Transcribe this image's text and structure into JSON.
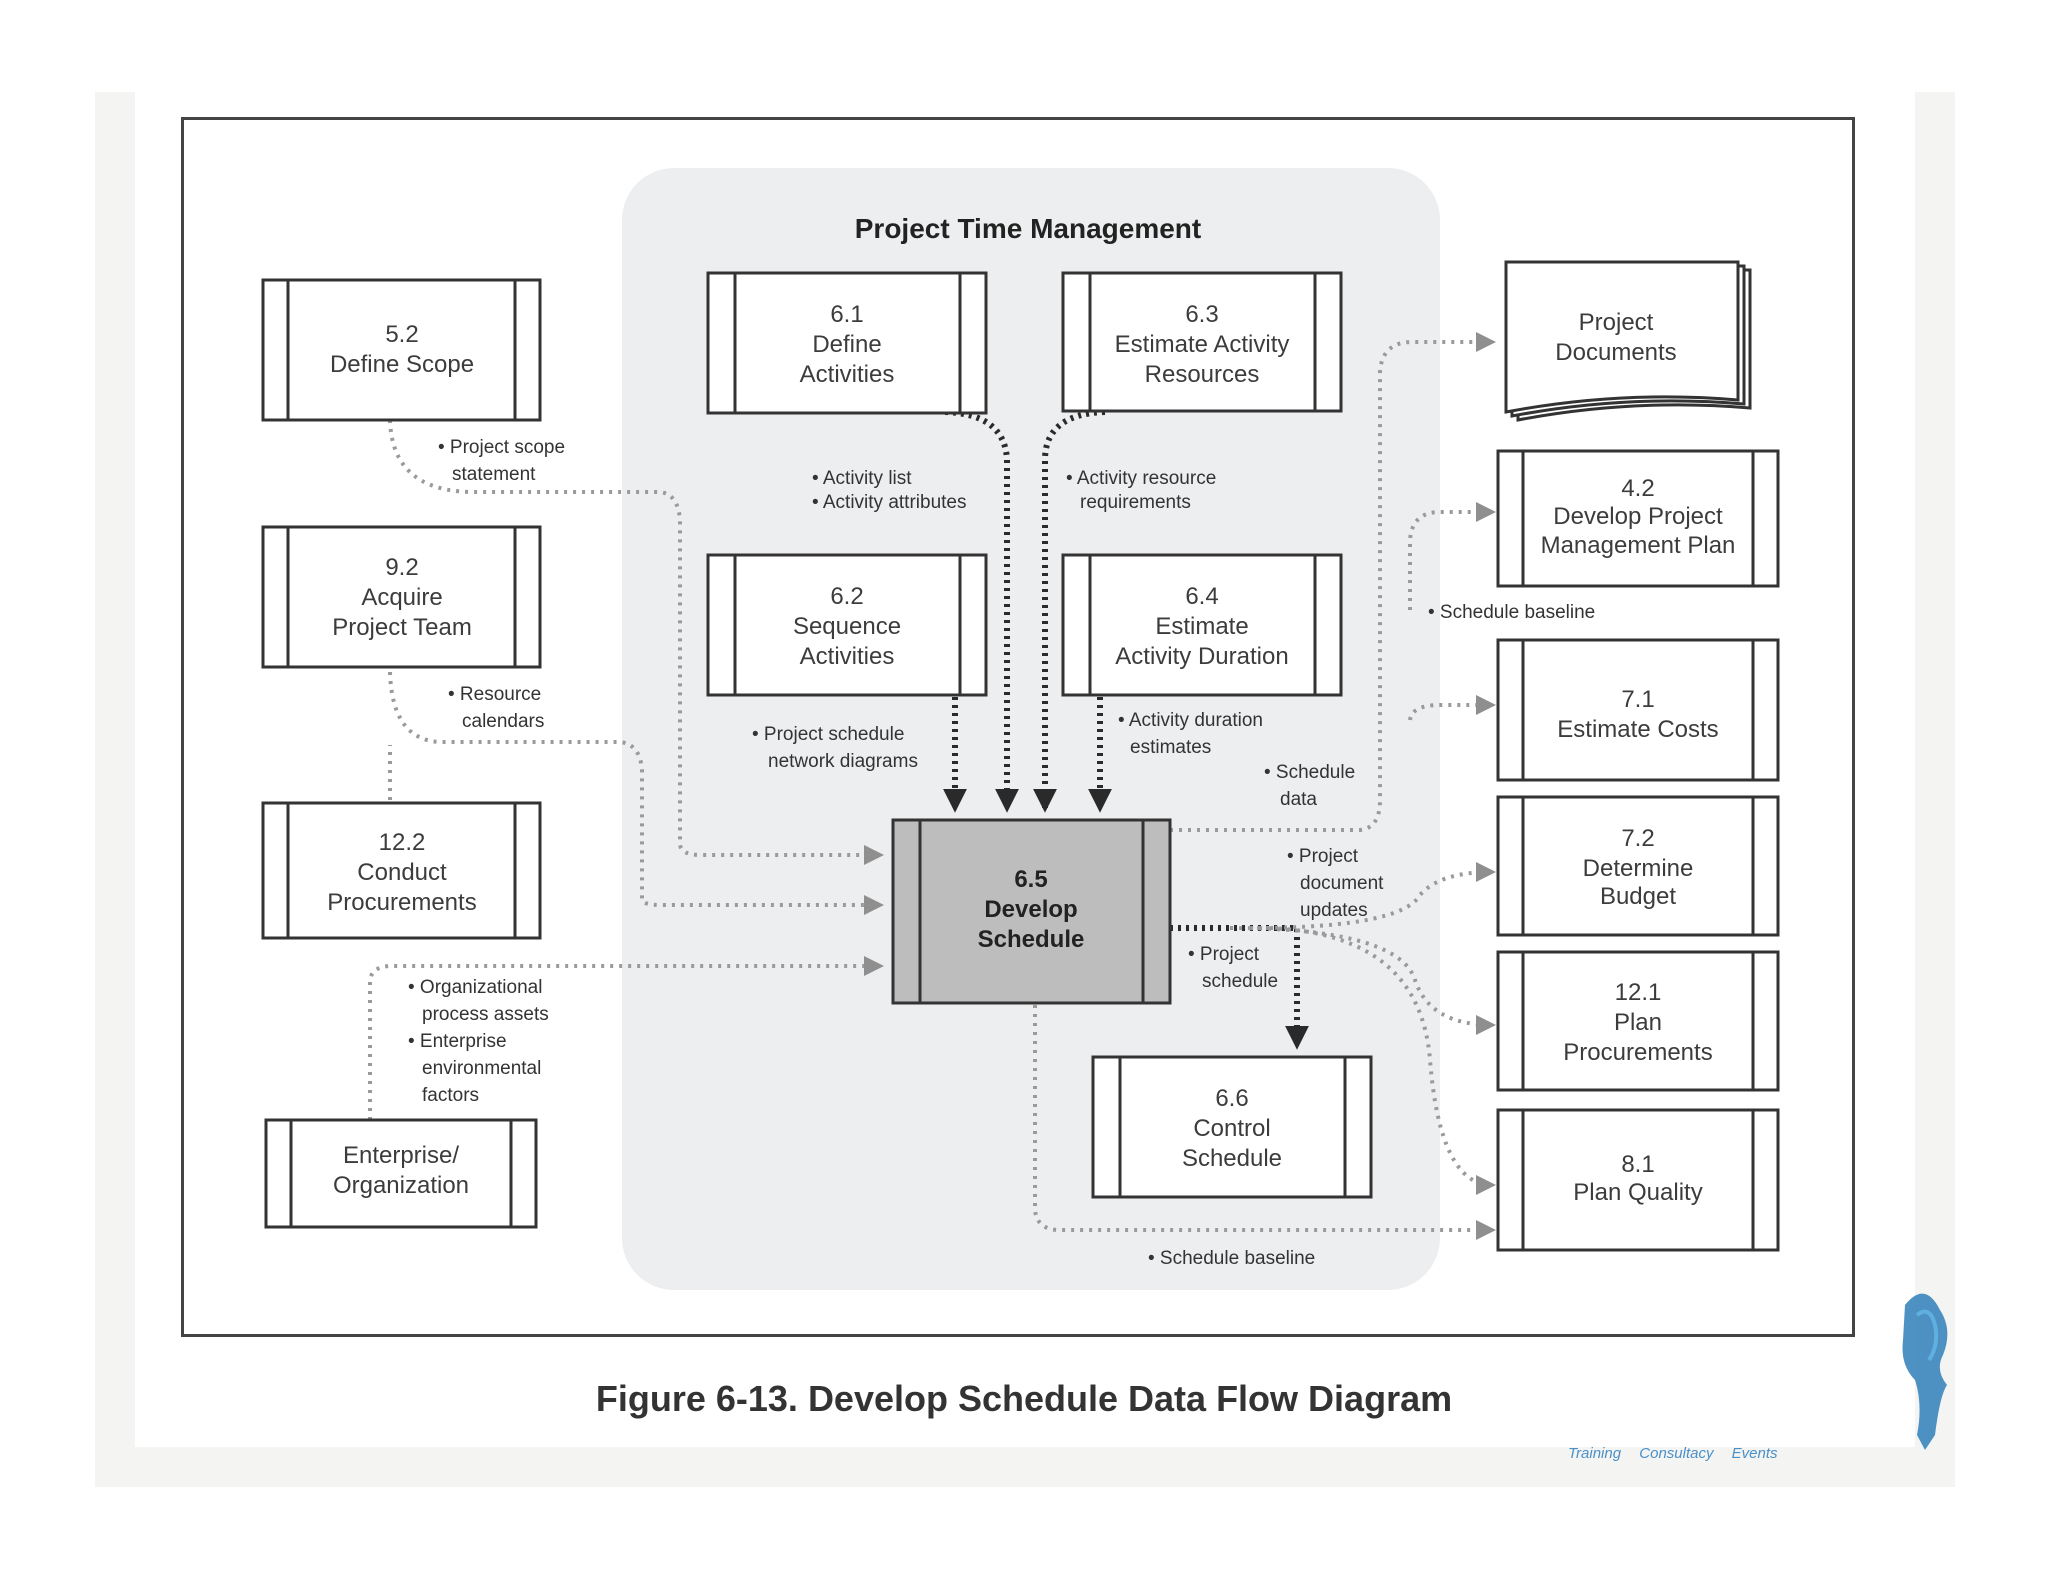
{
  "panel_title": "Project Time Management",
  "caption": "Figure 6-13. Develop Schedule Data Flow Diagram",
  "footer": {
    "training": "Training",
    "consultancy": "Consultacy",
    "events": "Events"
  },
  "boxes": {
    "define_scope": [
      "5.2",
      "Define Scope"
    ],
    "acquire_team": [
      "9.2",
      "Acquire",
      "Project Team"
    ],
    "conduct_proc": [
      "12.2",
      "Conduct",
      "Procurements"
    ],
    "enterprise": [
      "Enterprise/",
      "Organization"
    ],
    "define_act": [
      "6.1",
      "Define",
      "Activities"
    ],
    "est_resources": [
      "6.3",
      "Estimate Activity",
      "Resources"
    ],
    "sequence": [
      "6.2",
      "Sequence",
      "Activities"
    ],
    "est_duration": [
      "6.4",
      "Estimate",
      "Activity Duration"
    ],
    "develop": [
      "6.5",
      "Develop",
      "Schedule"
    ],
    "control": [
      "6.6",
      "Control",
      "Schedule"
    ],
    "project_docs": [
      "Project",
      "Documents"
    ],
    "pm_plan": [
      "4.2",
      "Develop Project",
      "Management Plan"
    ],
    "est_costs": [
      "7.1",
      "Estimate Costs"
    ],
    "det_budget": [
      "7.2",
      "Determine",
      "Budget"
    ],
    "plan_proc": [
      "12.1",
      "Plan",
      "Procurements"
    ],
    "plan_quality": [
      "8.1",
      "Plan Quality"
    ]
  },
  "notes": {
    "scope_stmt": [
      "• Project scope",
      "statement"
    ],
    "res_cal": [
      "• Resource",
      "calendars"
    ],
    "org": [
      "• Organizational",
      "process assets",
      "• Enterprise",
      "environmental",
      "factors"
    ],
    "act_list": [
      "• Activity list",
      "• Activity attributes"
    ],
    "act_res": [
      "• Activity resource",
      "requirements"
    ],
    "net_diag": [
      "• Project schedule",
      "network diagrams"
    ],
    "act_dur": [
      "• Activity duration",
      "estimates"
    ],
    "sched_data": [
      "• Schedule",
      "data"
    ],
    "doc_updates": [
      "• Project",
      "document",
      "updates"
    ],
    "proj_sched": [
      "• Project",
      "schedule"
    ],
    "baseline_right": [
      "• Schedule baseline"
    ],
    "baseline_bottom": [
      "• Schedule baseline"
    ]
  }
}
